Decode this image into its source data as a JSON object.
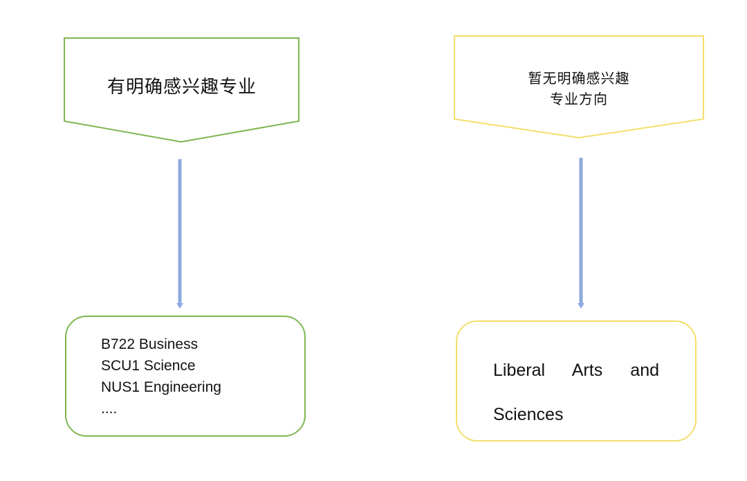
{
  "left": {
    "heading": "有明确感兴趣专业",
    "items": [
      "B722 Business",
      "SCU1 Science",
      "NUS1 Engineering",
      "...."
    ]
  },
  "right": {
    "heading_lines": [
      "暂无明确感兴趣",
      "专业方向"
    ],
    "result": "Liberal Arts and Sciences"
  },
  "colors": {
    "left_border": "#7fb64f",
    "right_border": "#f5dd6a",
    "arrow": "#8eaade",
    "text": "#111111"
  }
}
